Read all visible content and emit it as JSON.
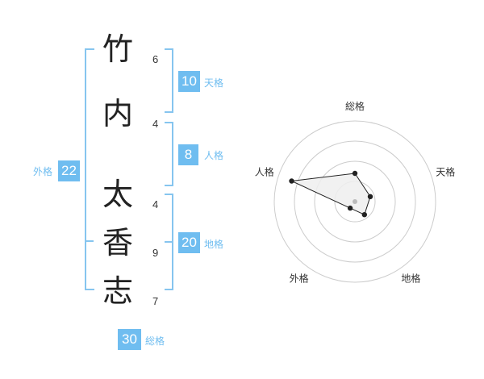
{
  "name": {
    "surname": [
      {
        "char": "竹",
        "strokes": "6"
      },
      {
        "char": "内",
        "strokes": "4"
      }
    ],
    "given": [
      {
        "char": "太",
        "strokes": "4"
      },
      {
        "char": "香",
        "strokes": "9"
      },
      {
        "char": "志",
        "strokes": "7"
      }
    ]
  },
  "fortune": {
    "tenkaku": {
      "label": "天格",
      "value": "10"
    },
    "jinkaku": {
      "label": "人格",
      "value": "8"
    },
    "chikaku": {
      "label": "地格",
      "value": "20"
    },
    "gaikaku": {
      "label": "外格",
      "value": "22"
    },
    "soukaku": {
      "label": "総格",
      "value": "30"
    }
  },
  "chart_data": {
    "type": "radar",
    "axes": [
      "総格",
      "天格",
      "地格",
      "外格",
      "人格"
    ],
    "rings": 4,
    "values": [
      1.4,
      0.8,
      0.8,
      0.4,
      3.3
    ],
    "max": 4,
    "grid": true,
    "colors": {
      "ring": "#cccccc",
      "fill": "#efefef",
      "line": "#222222",
      "center": "#bbbbbb"
    }
  }
}
